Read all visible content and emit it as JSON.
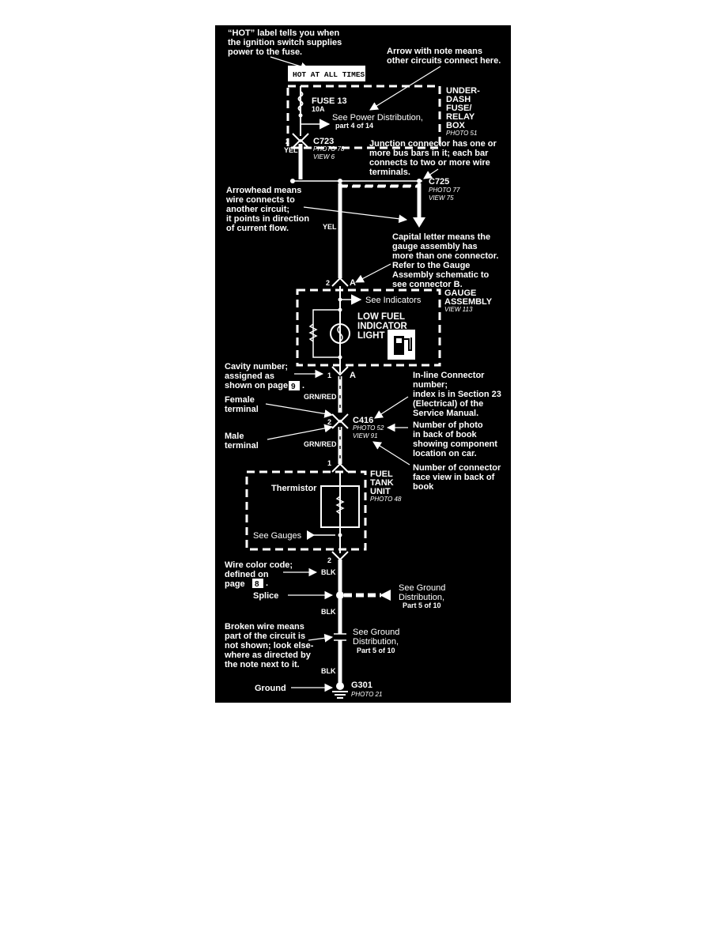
{
  "notes": {
    "hot_label": [
      "“HOT” label tells you when",
      "the ignition switch supplies",
      "power to the fuse."
    ],
    "arrow_note": [
      "Arrow with note means",
      "other circuits connect here."
    ],
    "junction": [
      "Junction connector has one or",
      "more bus bars in it; each bar",
      "connects to two or more wire",
      "terminals."
    ],
    "arrowhead": [
      "Arrowhead means",
      "wire connects to",
      "another circuit;",
      "it points in direction",
      "of current flow."
    ],
    "capital_letter": [
      "Capital letter means the",
      "gauge assembly has",
      "more than one connector.",
      "Refer to the Gauge",
      "Assembly schematic to",
      "see connector B."
    ],
    "cavity": [
      "Cavity number;",
      "assigned as",
      "shown on page"
    ],
    "cavity_page": "9",
    "inline": [
      "In-line Connector",
      "number;",
      "index is in Section 23",
      "(Electrical) of the",
      "Service Manual."
    ],
    "female": [
      "Female",
      "terminal"
    ],
    "male": [
      "Male",
      "terminal"
    ],
    "photo_num": [
      "Number of photo",
      "in back of book",
      "showing component",
      "location on car."
    ],
    "connector_face": [
      "Number of connector",
      "face view in back of",
      "book"
    ],
    "wire_color": [
      "Wire color code;",
      "defined on",
      "page"
    ],
    "wire_color_page": "8",
    "splice": "Splice",
    "broken_wire": [
      "Broken wire means",
      "part of the circuit is",
      "not shown; look else-",
      "where as directed by",
      "the note next to it."
    ],
    "ground": "Ground"
  },
  "hot_box": "HOT AT ALL TIMES",
  "fuse_box": {
    "fuse": "FUSE 13",
    "amps": "10A",
    "see1": "See Power Distribution,",
    "see2": "part 4 of 14",
    "name": [
      "UNDER-",
      "DASH",
      "FUSE/",
      "RELAY",
      "BOX"
    ],
    "photo": "PHOTO 51"
  },
  "c723": {
    "pin": "2",
    "wire": "YEL",
    "name": "C723",
    "photo": "PHOTO 78",
    "view": "VIEW 6"
  },
  "c725": {
    "name": "C725",
    "photo": "PHOTO 77",
    "view": "VIEW 75"
  },
  "wire_yel": "YEL",
  "gauge_conn_top": {
    "pin": "2",
    "letter": "A"
  },
  "gauge": {
    "see": "See Indicators",
    "name": [
      "GAUGE",
      "ASSEMBLY"
    ],
    "view": "VIEW 113",
    "light": [
      "LOW FUEL",
      "INDICATOR",
      "LIGHT"
    ]
  },
  "gauge_conn_bottom": {
    "pin": "1",
    "letter": "A"
  },
  "wire_grnred_1": "GRN/RED",
  "c416": {
    "pin": "2",
    "name": "C416",
    "photo": "PHOTO 52",
    "view": "VIEW 91"
  },
  "wire_grnred_2": "GRN/RED",
  "fuel_conn_top": {
    "pin": "1"
  },
  "fuel": {
    "name": [
      "FUEL",
      "TANK",
      "UNIT"
    ],
    "photo": "PHOTO 48",
    "thermistor": "Thermistor",
    "see": "See Gauges"
  },
  "fuel_conn_bottom": {
    "pin": "2"
  },
  "wire_blk_1": "BLK",
  "ground_dist_1": [
    "See Ground",
    "Distribution,",
    "Part 5 of 10"
  ],
  "wire_blk_2": "BLK",
  "ground_dist_2": [
    "See Ground",
    "Distribution,",
    "Part 5 of 10"
  ],
  "wire_blk_3": "BLK",
  "g301": {
    "name": "G301",
    "photo": "PHOTO 21"
  }
}
